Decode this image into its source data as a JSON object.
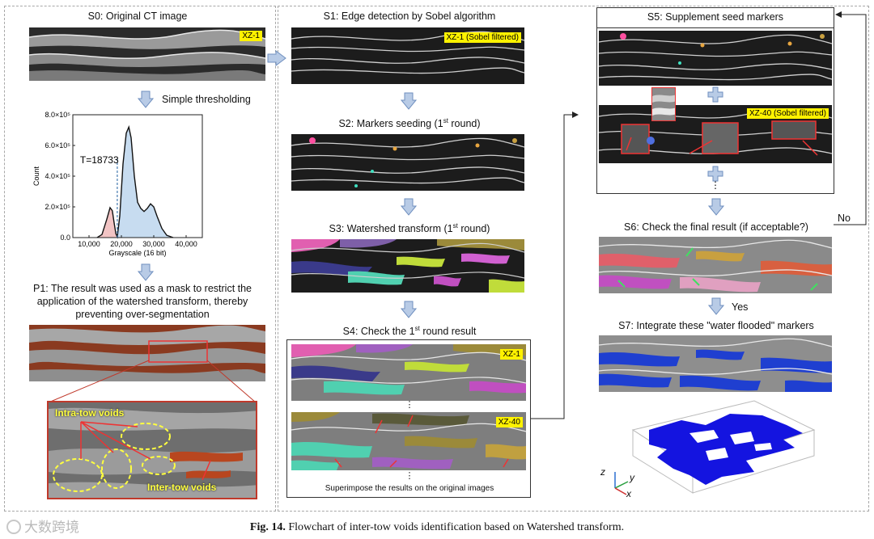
{
  "steps": {
    "s0": "S0: Original CT image",
    "s1": "S1: Edge detection by Sobel algorithm",
    "s2_pre": "S2: Markers seeding (1",
    "s2_sup": "st",
    "s2_post": " round)",
    "s3_pre": "S3: Watershed transform (1",
    "s3_sup": "st",
    "s3_post": " round)",
    "s4_pre": "S4: Check the 1",
    "s4_sup": "st",
    "s4_post": "  round result",
    "s4_note": "Superimpose the results on the original images",
    "s5": "S5: Supplement seed markers",
    "s6": "S6: Check the final result (if acceptable?)",
    "s7": "S7: Integrate these \"water flooded\" markers",
    "thresholding": "Simple thresholding",
    "p1_line1": "P1: The result was used as a mask to restrict the",
    "p1_line2": "application of the watershed transform, thereby",
    "p1_line3": "preventing over-segmentation",
    "yes": "Yes",
    "no": "No"
  },
  "tags": {
    "xz1": "XZ-1",
    "xz1_sobel": "XZ-1 (Sobel filtered)",
    "xz40": "XZ-40",
    "xz40_sobel": "XZ-40 (Sobel filtered)"
  },
  "zoom_labels": {
    "intra": "Intra-tow voids",
    "inter": "Inter-tow voids"
  },
  "ellipsis": "⋮",
  "axes3d": {
    "z": "z",
    "y": "y",
    "x": "x"
  },
  "caption": {
    "fig": "Fig. 14.",
    "text": "Flowchart of inter-tow voids identification based on Watershed transform."
  },
  "watermark": "大数跨境",
  "chart_data": {
    "type": "area",
    "xlabel": "Grayscale (16 bit)",
    "ylabel": "Count",
    "xlim": [
      5000,
      45000
    ],
    "ylim": [
      0,
      800000
    ],
    "x_ticks": [
      "10,000",
      "20,000",
      "30,000",
      "40,000"
    ],
    "x_tick_values": [
      10000,
      20000,
      30000,
      40000
    ],
    "y_ticks": [
      "0.0",
      "2.0×10⁵",
      "4.0×10⁵",
      "6.0×10⁵",
      "8.0×10⁵"
    ],
    "y_tick_values": [
      0,
      200000,
      400000,
      600000,
      800000
    ],
    "threshold_label": "T=18733",
    "threshold": 18733,
    "series": [
      {
        "x": [
          12500,
          14000,
          15500,
          16500,
          17200,
          17800,
          18300,
          18733
        ],
        "y": [
          0,
          20000,
          120000,
          195000,
          175000,
          90000,
          25000,
          5000
        ],
        "color": "#f2c4c4"
      },
      {
        "x": [
          18733,
          19500,
          20500,
          21500,
          22300,
          23000,
          24000,
          25000,
          26000,
          27000,
          28000,
          29000,
          30000,
          31000,
          32500,
          34000,
          36000
        ],
        "y": [
          5000,
          140000,
          480000,
          680000,
          720000,
          650000,
          400000,
          230000,
          190000,
          170000,
          190000,
          220000,
          200000,
          140000,
          60000,
          15000,
          0
        ],
        "color": "#c7dcf0"
      }
    ]
  }
}
